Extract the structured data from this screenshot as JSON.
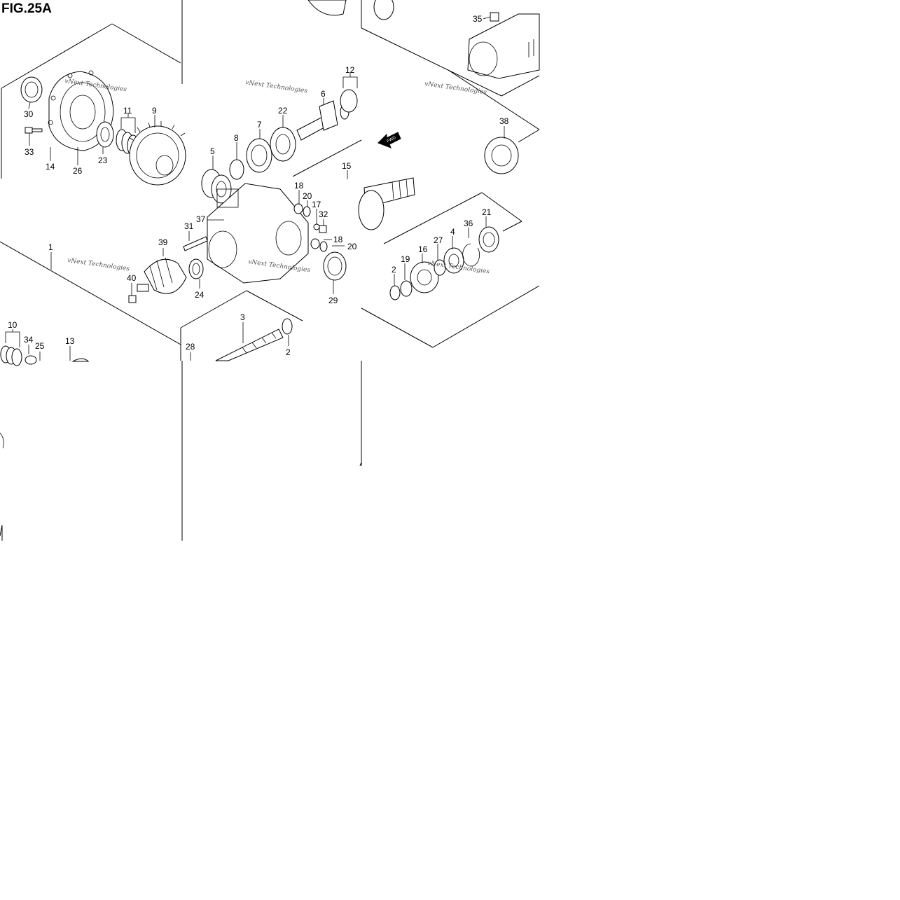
{
  "figure": {
    "title": "FIG.25A"
  },
  "watermark": "vNext Technologies",
  "fwd_label": "FWD",
  "callouts": {
    "c1": "1",
    "c2a": "2",
    "c2b": "2",
    "c3": "3",
    "c4": "4",
    "c5": "5",
    "c6": "6",
    "c7": "7",
    "c8": "8",
    "c9": "9",
    "c10": "10",
    "c11": "11",
    "c12": "12",
    "c13": "13",
    "c14": "14",
    "c15": "15",
    "c16": "16",
    "c17": "17",
    "c18a": "18",
    "c18b": "18",
    "c19": "19",
    "c20a": "20",
    "c20b": "20",
    "c21": "21",
    "c22": "22",
    "c23": "23",
    "c24": "24",
    "c25": "25",
    "c26": "26",
    "c27": "27",
    "c28": "28",
    "c29": "29",
    "c30": "30",
    "c31": "31",
    "c32": "32",
    "c33": "33",
    "c34": "34",
    "c35": "35",
    "c36": "36",
    "c37": "37",
    "c38": "38",
    "c39": "39",
    "c40": "40"
  }
}
